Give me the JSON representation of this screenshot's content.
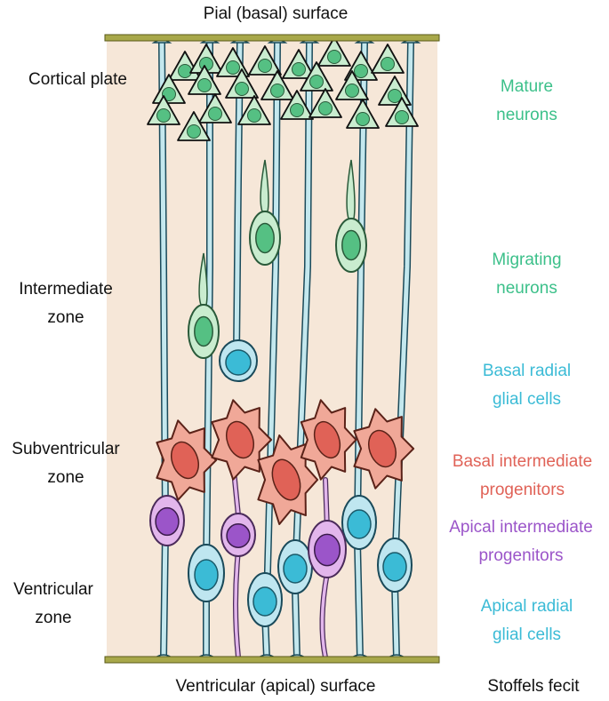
{
  "title_top": "Pial (basal) surface",
  "title_bottom": "Ventricular (apical) surface",
  "credit": "Stoffels fecit",
  "zones": {
    "cortical_plate": [
      "Cortical plate"
    ],
    "intermediate": [
      "Intermediate",
      "zone"
    ],
    "subventricular": [
      "Subventricular",
      "zone"
    ],
    "ventricular": [
      "Ventricular",
      "zone"
    ]
  },
  "cell_types": {
    "mature_neurons": [
      "Mature",
      "neurons"
    ],
    "migrating_neurons": [
      "Migrating",
      "neurons"
    ],
    "basal_radial_glia": [
      "Basal radial",
      "glial cells"
    ],
    "basal_intermediate_progenitors": [
      "Basal intermediate",
      "progenitors"
    ],
    "apical_intermediate_progenitors": [
      "Apical intermediate",
      "progenitors"
    ],
    "apical_radial_glia": [
      "Apical radial",
      "glial cells"
    ]
  },
  "colors": {
    "tissue": "#f6e7d8",
    "surface": "#a8a84a",
    "fiber": "#c4e8ee",
    "fiber_outline": "#1a4a5a",
    "neuron_body": "#c9eccf",
    "neuron_nucleus": "#55c083",
    "radial_glia_body": "#bfe6f0",
    "radial_glia_nucleus": "#3bbbd6",
    "basal_ip_body": "#f0a898",
    "basal_ip_nucleus": "#e06257",
    "apical_ip_body": "#e2b6ec",
    "apical_ip_nucleus": "#9b55c9",
    "label_green": "#3cc08a",
    "label_cyan": "#3bbbd6",
    "label_red": "#e06257",
    "label_purple": "#9b55c9"
  }
}
